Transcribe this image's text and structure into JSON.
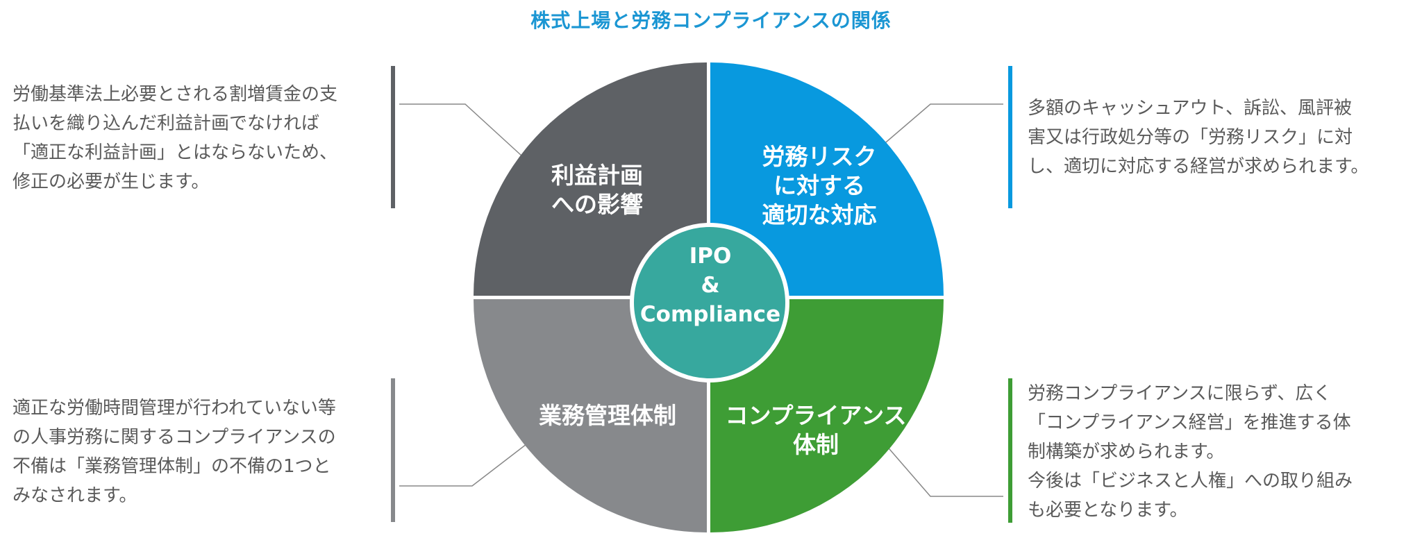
{
  "title": "株式上場と労務コンプライアンスの関係",
  "center": {
    "label": "IPO\n&\nCompliance"
  },
  "colors": {
    "title": "#1b96d3",
    "top_left": "#5e6165",
    "top_right": "#0899df",
    "bottom_left": "#87898c",
    "bottom_right": "#3e9d35",
    "center": "#37a89e"
  },
  "quadrants": {
    "top_left": {
      "label": "利益計画\nへの影響",
      "description": "労働基準法上必要とされる割増賃金の支\n払いを織り込んだ利益計画でなければ\n「適正な利益計画」とはならないため、\n修正の必要が生じます。"
    },
    "top_right": {
      "label": "労務リスク\nに対する\n適切な対応",
      "description": "多額のキャッシュアウト、訴訟、風評被\n害又は行政処分等の「労務リスク」に対\nし、適切に対応する経営が求められます。"
    },
    "bottom_left": {
      "label": "業務管理体制",
      "description": "適正な労働時間管理が行われていない等\nの人事労務に関するコンプライアンスの\n不備は「業務管理体制」の不備の1つと\nみなされます。"
    },
    "bottom_right": {
      "label": "コンプライアンス\n体制",
      "description": "労務コンプライアンスに限らず、広く\n「コンプライアンス経営」を推進する体\n制構築が求められます。\n今後は「ビジネスと人権」への取り組み\nも必要となります。"
    }
  }
}
